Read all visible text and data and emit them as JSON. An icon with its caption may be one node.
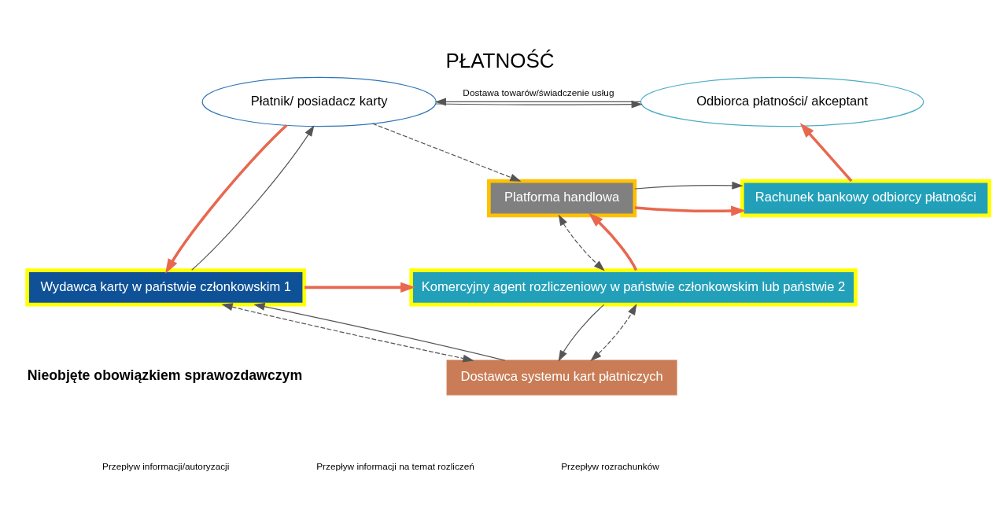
{
  "diagram": {
    "title": "PŁATNOŚĆ",
    "nodes": [
      {
        "text": [
          "Płatnik/ posiadacz karty"
        ]
      },
      {
        "text": [
          "Odbiorca płatności/ akceptant"
        ]
      },
      {
        "text": [
          "Platforma handlowa"
        ]
      },
      {
        "text": [
          "Rachunek bankowy odbiorcy płatności"
        ]
      },
      {
        "text": [
          "Wydawca karty w państwie członkowskim 1"
        ]
      },
      {
        "text": [
          "Komercyjny agent rozliczeniowy w państwie członkowskim lub państwie 2"
        ]
      },
      {
        "text": [
          "Dostawca systemu kart płatniczych"
        ]
      }
    ],
    "edges": [
      {
        "from": 0,
        "to": 1,
        "arrow": "to"
      },
      {
        "from": 1,
        "to": 0,
        "arrow": "to",
        "label": "Dostawa towarów/świadczenie usług"
      },
      {
        "from": 0,
        "to": 2,
        "arrow": "to",
        "style": "dashed"
      },
      {
        "from": 0,
        "to": 4,
        "arrow": "to",
        "style": "thick",
        "color": "#e8684f"
      },
      {
        "from": 4,
        "to": 0,
        "arrow": "to"
      },
      {
        "from": 2,
        "to": 3,
        "arrow": "to",
        "style": "thick",
        "color": "#e8684f"
      },
      {
        "from": 2,
        "to": 3,
        "arrow": "to"
      },
      {
        "from": 3,
        "to": 1,
        "arrow": "to",
        "style": "thick",
        "color": "#e8684f"
      },
      {
        "from": 5,
        "to": 2,
        "arrow": "to",
        "style": "thick",
        "color": "#e8684f"
      },
      {
        "from": 2,
        "to": 5,
        "arrow": "both",
        "style": "dashed"
      },
      {
        "from": 4,
        "to": 5,
        "arrow": "to",
        "style": "thick",
        "color": "#e8684f"
      },
      {
        "from": 4,
        "to": 6,
        "arrow": "both",
        "style": "dashed"
      },
      {
        "from": 6,
        "to": 4,
        "arrow": "to"
      },
      {
        "from": 5,
        "to": 6,
        "arrow": "to"
      },
      {
        "from": 6,
        "to": 5,
        "arrow": "both",
        "style": "dashed"
      }
    ],
    "labels": [
      "Nieobjęte obowiązkiem sprawozdawczym"
    ],
    "legend": [
      {
        "text": "Przepływ informacji/autoryzacji"
      },
      {
        "text": "Przepływ informacji na temat rozliczeń"
      },
      {
        "text": "Przepływ rozrachunków"
      }
    ]
  }
}
